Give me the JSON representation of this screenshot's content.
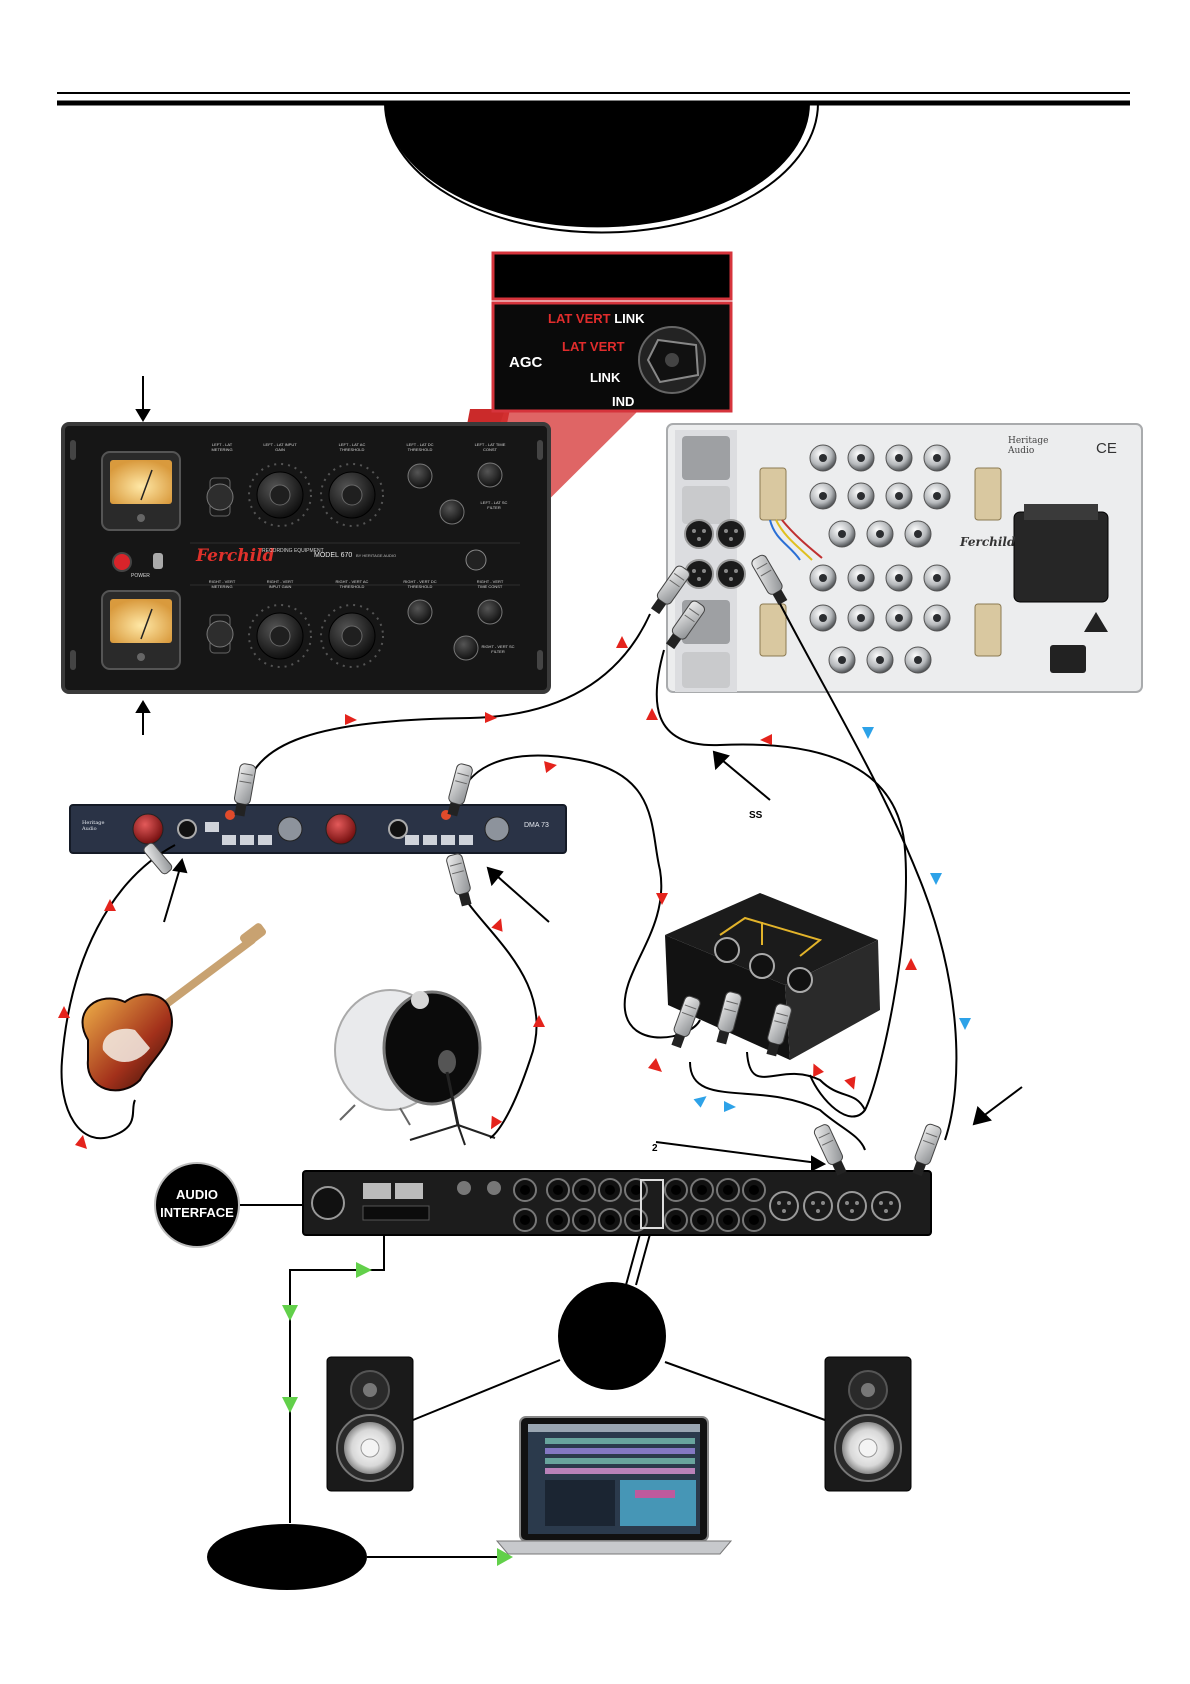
{
  "inset": {
    "title": "",
    "lines": [
      {
        "red": "LAT VERT",
        "white": " LINK"
      },
      {
        "red": "LAT VERT",
        "white": ""
      },
      {
        "red": "",
        "white": "LINK"
      },
      {
        "red": "",
        "white": "IND"
      }
    ],
    "agc": "AGC"
  },
  "compressor": {
    "brand": "Ferchild",
    "model": "MODEL 670",
    "subtitle": "RECORDING EQUIPMENT",
    "byline": "BY HERITAGE AUDIO",
    "power_label": "POWER",
    "left_controls": [
      "LEFT - LAT METERING",
      "LEFT - LAT INPUT GAIN",
      "LEFT - LAT AC THRESHOLD",
      "LEFT - LAT DC THRESHOLD",
      "LEFT - LAT TIME CONST",
      "LEFT - LAT SC FILTER"
    ],
    "right_controls": [
      "RIGHT - VERT METERING",
      "RIGHT - VERT INPUT GAIN",
      "RIGHT - VERT AC THRESHOLD",
      "RIGHT - VERT DC THRESHOLD",
      "RIGHT - VERT TIME CONST",
      "RIGHT - VERT SC FILTER"
    ]
  },
  "rear_panel": {
    "brand": "Heritage Audio",
    "logo": "Ferchild",
    "ce": "CE"
  },
  "preamp": {
    "brand": "Heritage Audio",
    "model": "DMA 73"
  },
  "labels": {
    "ss": "SS",
    "two": "2",
    "audio_interface": "AUDIO\nINTERFACE"
  },
  "colors": {
    "arrow_red": "#e4231c",
    "arrow_blue": "#2da2e8",
    "arrow_green": "#62d04a",
    "inset_border": "#d6343c"
  }
}
